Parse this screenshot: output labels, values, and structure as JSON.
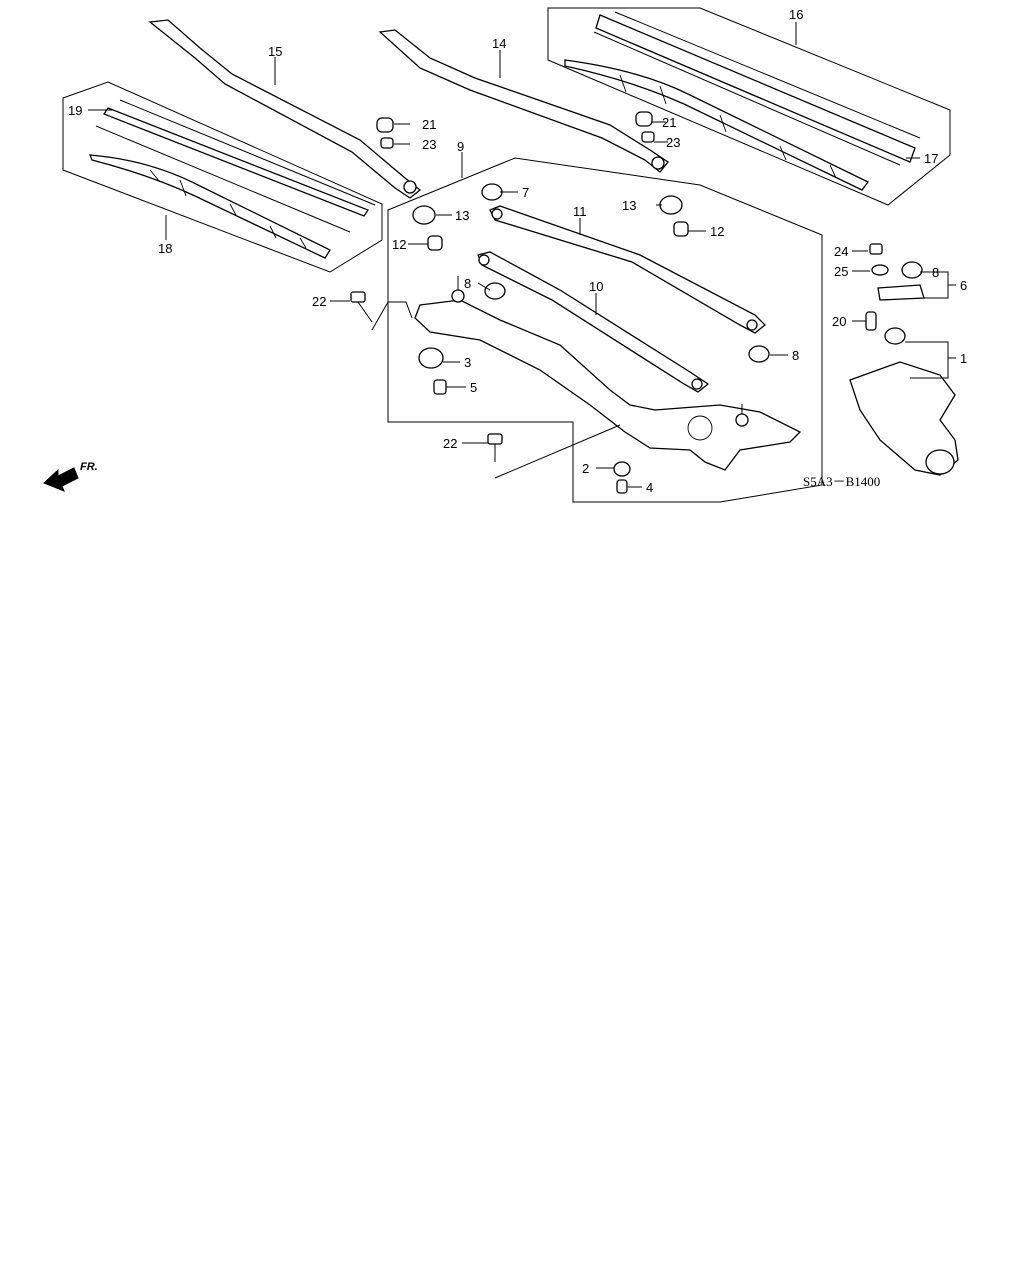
{
  "diagram": {
    "code": "S5A3－B1400",
    "front_label": "FR.",
    "callouts": {
      "c1": "1",
      "c2": "2",
      "c3": "3",
      "c4": "4",
      "c5": "5",
      "c6": "6",
      "c7": "7",
      "c8a": "8",
      "c8b": "8",
      "c8c": "8",
      "c9": "9",
      "c10": "10",
      "c11": "11",
      "c12a": "12",
      "c12b": "12",
      "c13a": "13",
      "c13b": "13",
      "c14": "14",
      "c15": "15",
      "c16": "16",
      "c17": "17",
      "c18": "18",
      "c19": "19",
      "c20": "20",
      "c21a": "21",
      "c21b": "21",
      "c22a": "22",
      "c22b": "22",
      "c23a": "23",
      "c23b": "23",
      "c24": "24",
      "c25": "25"
    }
  }
}
